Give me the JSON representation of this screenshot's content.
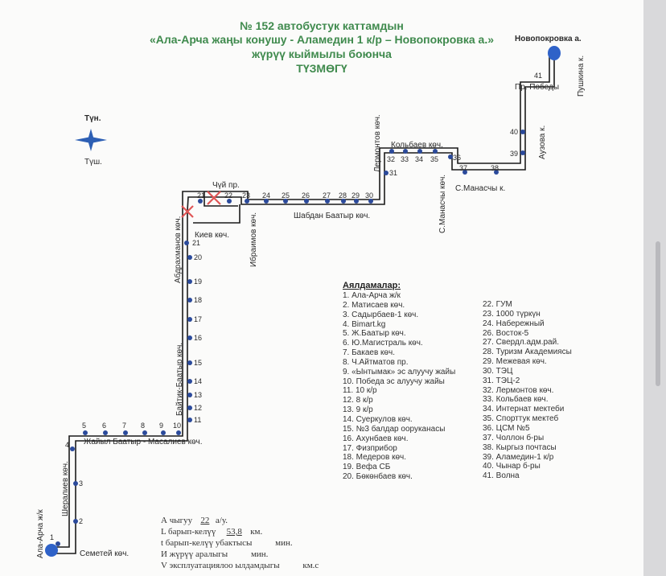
{
  "title": {
    "line1": "№ 152  автобустук каттамдын",
    "line2": "«Ала-Арча жаңы конушу  - Аламедин 1 к/р – Новопокровка а.»",
    "line3": "жүрүү кыймылы боюнча",
    "line4": "ТҮЗМӨГҮ"
  },
  "compass": {
    "north": "Түн.",
    "south": "Түш."
  },
  "street_labels": {
    "chuy": "Чүй пр.",
    "kiev": "Киев көч.",
    "abdrakhmanov": "Абдрахманов көч.",
    "ibraimov": "Ибраимов көч.",
    "shabdan": "Шабдан Баатыр көч.",
    "lermontov": "Лермонтов көч.",
    "kolbaev": "Кольбаев көч.",
    "manas_st": "С.Манасчы көч.",
    "manas_k": "С.Манасчы к.",
    "pobedy": "Пр. Победы",
    "pushkin": "Пушкина к.",
    "auezov": "Аузова к.",
    "novopokrovka": "Новопокровка а.",
    "baytik": "Байтик-Баатыр көч.",
    "zhayil": "Жайыл Баатыр -  Масалиев көч.",
    "sheraliev": "Шералиев көч.",
    "ala_archa": "Ала-Арча ж/к",
    "semetey": "Семетей көч."
  },
  "stop_numbers": [
    "1",
    "2",
    "3",
    "4",
    "5",
    "6",
    "7",
    "8",
    "9",
    "10",
    "11",
    "12",
    "13",
    "14",
    "15",
    "16",
    "17",
    "18",
    "19",
    "20",
    "21",
    "21",
    "22",
    "23",
    "24",
    "25",
    "26",
    "27",
    "28",
    "29",
    "30",
    "31",
    "32",
    "33",
    "34",
    "35",
    "36",
    "37",
    "38",
    "39",
    "40",
    "41"
  ],
  "legend": {
    "title": "Аялдамалар:",
    "col1": [
      "1. Ала-Арча ж/к",
      "2. Матисаев көч.",
      "3. Садырбаев-1 көч.",
      "4.  Bimart.kg",
      "5. Ж.Баатыр көч.",
      "6. Ю.Магистраль көч.",
      "7. Бакаев көч.",
      "8. Ч.Айтматов пр.",
      "9. «Ынтымак» эс алуучу жайы",
      "10. Победа эс алуучу жайы",
      "11. 10 к/р",
      "12. 8 к/р",
      "13. 9 к/р",
      "14. Суеркулов көч.",
      "15. №3 балдар ооруканасы",
      "16. Ахунбаев көч.",
      "17. Физприбор",
      "18. Медеров көч.",
      "19. Вефа СБ",
      "20. Бөкөнбаев көч."
    ],
    "col2": [
      "22. ГУМ",
      "23. 1000 түркүн",
      "24. Набережный",
      "26. Восток-5",
      "27. Свердл.адм.рай.",
      "28. Туризм Академиясы",
      "29. Межевая көч.",
      "30. ТЭЦ",
      "31. ТЭЦ-2",
      "32. Лермонтов көч.",
      "33. Кольбаев көч.",
      "34. Интернат мектеби",
      "35. Спорттук мектеб",
      "36. ЦСМ №5",
      "37. Чоллон б-ры",
      "38. Кыргыз почтасы",
      "39. Аламедин-1 к/р",
      "40. Чынар б-ры",
      "41. Волна"
    ]
  },
  "stats": {
    "l1_pre": "А чыгуу",
    "l1_val": "22",
    "l1_post": "а/у.",
    "l2_pre": "L барып-келүү",
    "l2_val": "53,8",
    "l2_post": "км.",
    "l3_pre": "t барып-келүү убактысы",
    "l3_val": "",
    "l3_post": "мин.",
    "l4_pre": "И жүрүү аралыгы",
    "l4_val": "",
    "l4_post": "мин.",
    "l5_pre": "V эксплуатациялоо ылдамдыгы",
    "l5_val": "",
    "l5_post": "км.с"
  },
  "colors": {
    "route": "#1b1b1b",
    "stop": "#2b4a9b",
    "terminal": "#2f62c8",
    "title": "#3f8a4d",
    "closure": "#e05555"
  }
}
